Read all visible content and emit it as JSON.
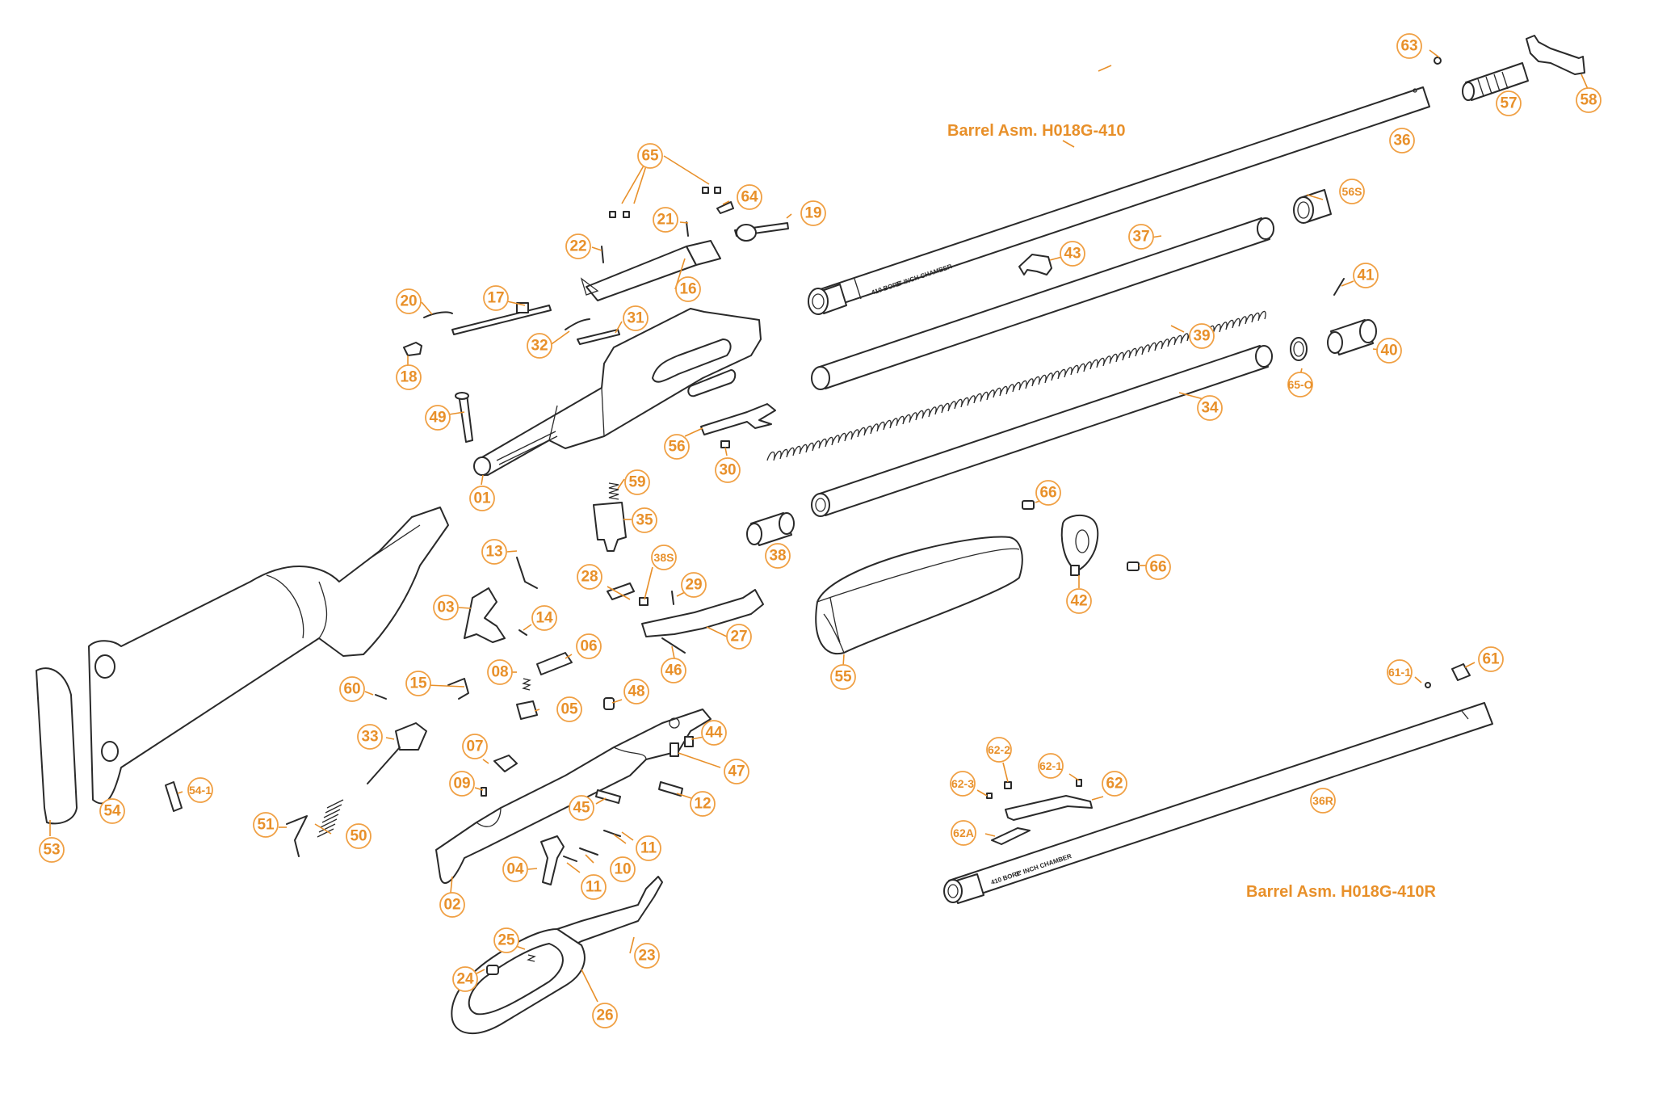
{
  "assemblies": {
    "top": "Barrel Asm. H018G-410",
    "bottom": "Barrel Asm. H018G-410R"
  },
  "barrel_stamp": {
    "bore": "410 BORE",
    "chamber": "3\" INCH CHAMBER"
  },
  "colors": {
    "callout": "#e8902a",
    "line": "#2a2a2a",
    "background": "#ffffff"
  },
  "callouts": {
    "p01": "01",
    "p02": "02",
    "p03": "03",
    "p04": "04",
    "p05": "05",
    "p06": "06",
    "p07": "07",
    "p08": "08",
    "p09": "09",
    "p10": "10",
    "p11a": "11",
    "p11b": "11",
    "p12": "12",
    "p13": "13",
    "p14": "14",
    "p15": "15",
    "p16": "16",
    "p17": "17",
    "p18": "18",
    "p19": "19",
    "p20": "20",
    "p21": "21",
    "p22": "22",
    "p23": "23",
    "p24": "24",
    "p25": "25",
    "p26": "26",
    "p27": "27",
    "p28": "28",
    "p29": "29",
    "p30": "30",
    "p31": "31",
    "p32": "32",
    "p33": "33",
    "p34": "34",
    "p35": "35",
    "p36": "36",
    "p36r": "36R",
    "p37": "37",
    "p38": "38",
    "p38s": "38S",
    "p39": "39",
    "p40": "40",
    "p41": "41",
    "p42": "42",
    "p43": "43",
    "p44": "44",
    "p45": "45",
    "p46": "46",
    "p47": "47",
    "p48": "48",
    "p49": "49",
    "p50": "50",
    "p51": "51",
    "p53": "53",
    "p54": "54",
    "p541": "54-1",
    "p55": "55",
    "p56": "56",
    "p56s": "56S",
    "p57": "57",
    "p58": "58",
    "p59": "59",
    "p60": "60",
    "p61": "61",
    "p611": "61-1",
    "p62": "62",
    "p621": "62-1",
    "p622": "62-2",
    "p623": "62-3",
    "p62a": "62A",
    "p63": "63",
    "p64": "64",
    "p65": "65",
    "p65o": "65-O",
    "p66a": "66",
    "p66b": "66"
  }
}
